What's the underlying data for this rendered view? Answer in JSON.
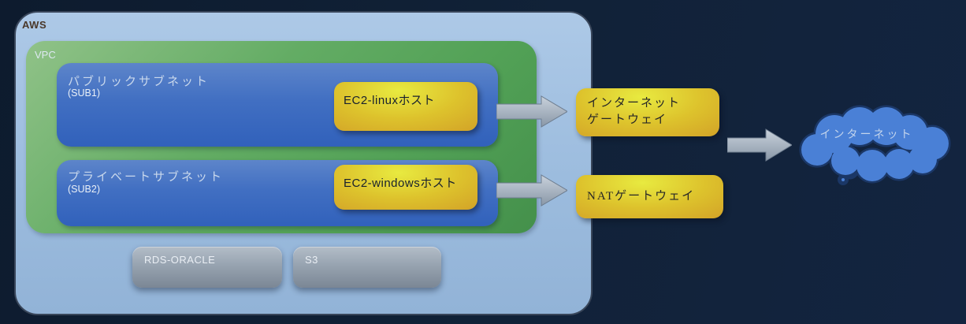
{
  "diagram": {
    "aws": {
      "label": "AWS"
    },
    "vpc": {
      "label": "VPC"
    },
    "subnets": [
      {
        "title": "パブリックサブネット",
        "subtitle": "(SUB1)",
        "host": "EC2-linuxホスト"
      },
      {
        "title": "プライベートサブネット",
        "subtitle": "(SUB2)",
        "host": "EC2-windowsホスト"
      }
    ],
    "gateways": {
      "internet": {
        "line1": "インターネット",
        "line2": "ゲートウェイ"
      },
      "nat": {
        "label": "NATゲートウェイ"
      }
    },
    "cloud": {
      "label": "インターネット"
    },
    "services": [
      {
        "label": "RDS-ORACLE"
      },
      {
        "label": "S3"
      }
    ],
    "colors": {
      "background": "#112238",
      "aws_fill": "#9dbcde",
      "aws_border": "#39465a",
      "vpc_fill": "#58a35a",
      "subnet_fill": "#3a6cc0",
      "host_gateway_fill": "#ddbe2b",
      "service_fill": "#97a3b0",
      "arrow_fill": "#9fadbd",
      "cloud_fill": "#4a80d6",
      "cloud_stroke": "#1b3766",
      "aws_label_color": "#4a382a",
      "dark_text": "#272727",
      "light_text": "#dde8f1"
    }
  }
}
